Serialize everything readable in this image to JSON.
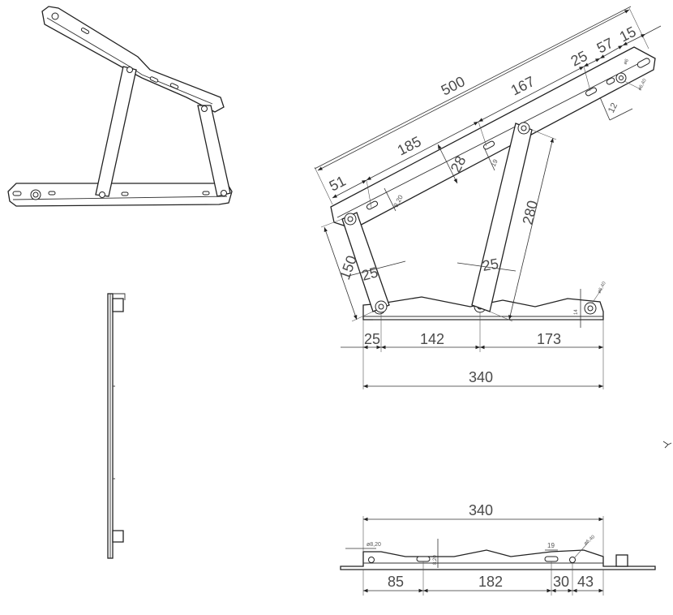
{
  "drawing": {
    "colors": {
      "line": "#222222",
      "dimension_text": "#4a4a4a",
      "background": "#ffffff"
    },
    "views": [
      "isometric-view",
      "side-view",
      "front-view-open",
      "top-view-closed"
    ],
    "dimensions": {
      "top_arm": {
        "overall_length": "500",
        "segment_167": "167",
        "segment_185": "185",
        "segment_51": "51",
        "segment_25": "25",
        "segment_57": "57",
        "segment_15": "15",
        "width_28": "28",
        "slot_19": "19",
        "slot_8_20": "8,20",
        "offset_12": "12",
        "hole_6": "ø6",
        "hole_6_40": "ø6,40"
      },
      "links": {
        "front_link_length": "150",
        "front_link_width": "25",
        "rear_link_length": "280",
        "rear_link_width": "25"
      },
      "base": {
        "pivot_offset": "25",
        "pivot_spacing": "142",
        "rear_offset": "173",
        "base_length": "340",
        "hole_6_40": "ø6,40",
        "height_14": "14"
      },
      "top_view": {
        "length": "340",
        "seg_85": "85",
        "seg_182": "182",
        "seg_30": "30",
        "seg_43": "43",
        "slot_19": "19",
        "hole_8_20": "ø8,20",
        "hole_6_40": "ø6,40",
        "slot_8_20": "8,20"
      }
    }
  }
}
